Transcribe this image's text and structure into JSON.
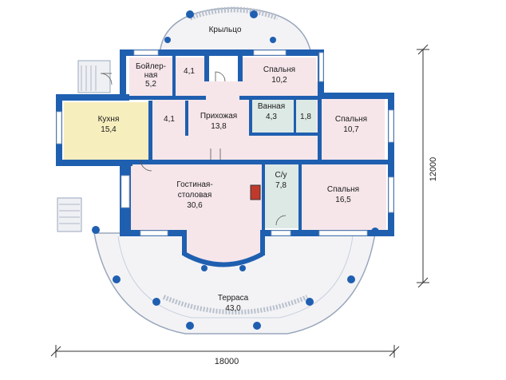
{
  "plan": {
    "rooms": {
      "porch": {
        "label": "Крыльцо"
      },
      "boiler": {
        "label1": "Бойлер-",
        "label2": "ная",
        "area": "5,2"
      },
      "storage": {
        "area": "4,1"
      },
      "bedroom1": {
        "label": "Спальня",
        "area": "10,2"
      },
      "kitchen": {
        "label": "Кухня",
        "area": "15,4"
      },
      "closet": {
        "area": "4,1"
      },
      "hall": {
        "label": "Прихожая",
        "area": "13,8"
      },
      "bathroom": {
        "label": "Ванная",
        "area": "4,3"
      },
      "wc_small": {
        "area": "1,8"
      },
      "bedroom2": {
        "label": "Спальня",
        "area": "10,7"
      },
      "living": {
        "label1": "Гостиная-",
        "label2": "столовая",
        "area": "30,6"
      },
      "wc": {
        "label": "С/у",
        "area": "7,8"
      },
      "bedroom3": {
        "label": "Спальня",
        "area": "16,5"
      },
      "terrace": {
        "label": "Терраса",
        "area": "43,0"
      }
    },
    "dimensions": {
      "width": "18000",
      "depth": "12000"
    },
    "colors": {
      "wall": "#1f5fb0",
      "room_pink": "#f6e6ea",
      "kitchen": "#f7eebe",
      "wet_room": "#dde9e4",
      "terrace": "#f3f3f6",
      "column": "#1f5fb0"
    }
  }
}
